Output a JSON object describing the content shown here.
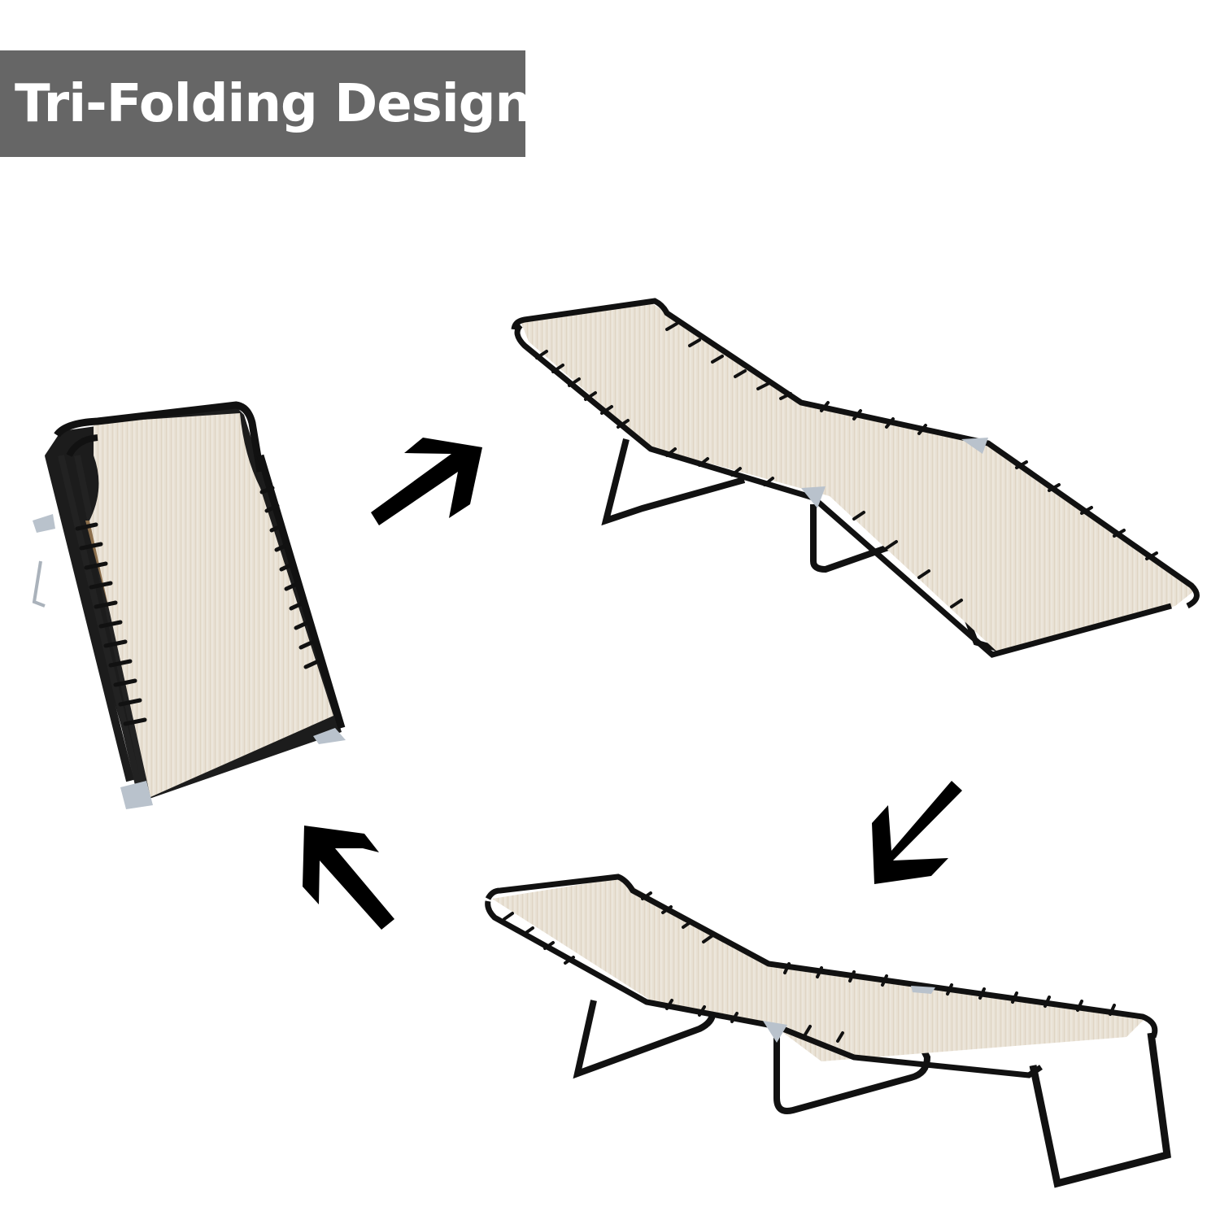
{
  "banner": {
    "title": "Tri-Folding Design",
    "background_color": "#666666",
    "text_color": "#ffffff"
  },
  "illustrations": [
    {
      "id": "folded-chair",
      "state": "folded"
    },
    {
      "id": "reclined-chair",
      "state": "reclined-lounger"
    },
    {
      "id": "flat-chair",
      "state": "flat-lounger-with-legs"
    }
  ],
  "arrows": [
    {
      "id": "arrow-folded-to-reclined",
      "direction": "up-right"
    },
    {
      "id": "arrow-reclined-to-flat",
      "direction": "down-left"
    },
    {
      "id": "arrow-flat-to-folded",
      "direction": "up-left"
    }
  ],
  "colors": {
    "fabric": "#e8e0d3",
    "fabric_shade": "#d9cdb8",
    "frame": "#1c1c1c",
    "hinge": "#b9c2cc",
    "arrow": "#000000"
  }
}
